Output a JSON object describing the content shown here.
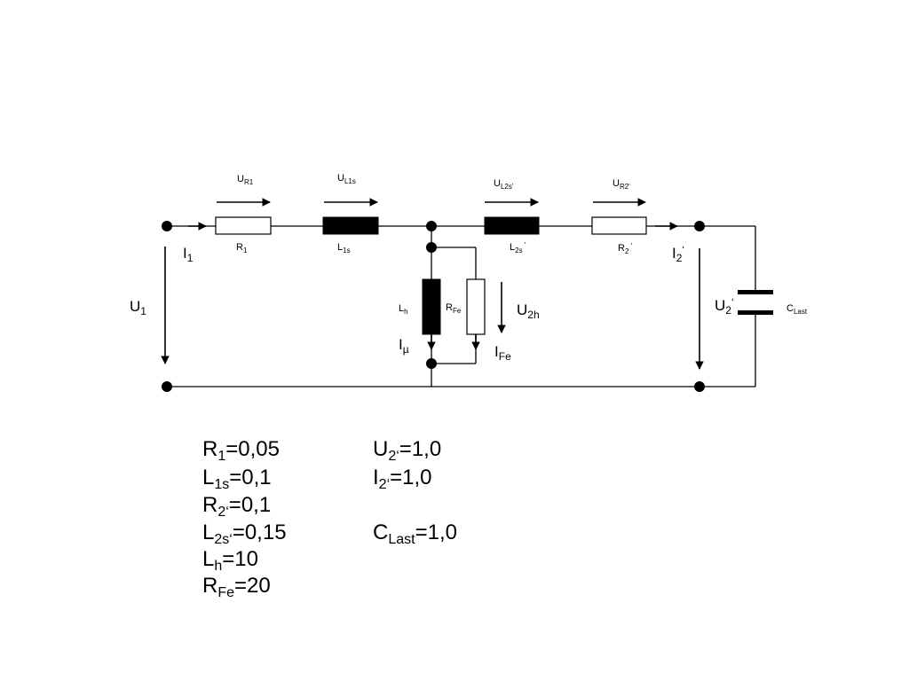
{
  "circuit": {
    "drops": {
      "ur1": {
        "main": "U",
        "sub": "R1"
      },
      "ul1s": {
        "main": "U",
        "sub": "L1s"
      },
      "ul2s": {
        "main": "U",
        "sub": "L2s'"
      },
      "ur2": {
        "main": "U",
        "sub": "R2'"
      }
    },
    "components": {
      "r1": {
        "main": "R",
        "sub": "1"
      },
      "l1s": {
        "main": "L",
        "sub": "1s"
      },
      "l2s": {
        "main": "L",
        "sub": "2s",
        "suffix": " '"
      },
      "r2": {
        "main": "R",
        "sub": "2",
        "suffix": " '"
      },
      "lh": {
        "main": "L",
        "sub": "h"
      },
      "rfe": {
        "main": "R",
        "sub": "Fe"
      },
      "clast": {
        "main": "C",
        "sub": "Last"
      }
    },
    "currents": {
      "i1": {
        "main": "I",
        "sub": "1"
      },
      "i2": {
        "main": "I",
        "sub": "2",
        "suffix": "‘"
      },
      "imu": {
        "main": "I",
        "sub": "µ"
      },
      "ife": {
        "main": "I",
        "sub": "Fe"
      }
    },
    "voltages": {
      "u1": {
        "main": "U",
        "sub": "1"
      },
      "u2h": {
        "main": "U",
        "sub": "2h"
      },
      "u2": {
        "main": "U",
        "sub": "2",
        "suffix": "‘"
      }
    }
  },
  "parameters": {
    "left": [
      {
        "main": "R",
        "sub": "1",
        "value": "=0,05"
      },
      {
        "main": "L",
        "sub": "1s",
        "value": "=0,1"
      },
      {
        "main": "R",
        "sub": "2‘",
        "value": "=0,1"
      },
      {
        "main": "L",
        "sub": "2s‘",
        "value": "=0,15"
      },
      {
        "main": "L",
        "sub": "h",
        "value": "=10"
      },
      {
        "main": "R",
        "sub": "Fe",
        "value": "=20"
      }
    ],
    "right": [
      {
        "main": "U",
        "sub": "2‘",
        "value": "=1,0"
      },
      {
        "main": "I",
        "sub": "2‘",
        "value": "=1,0"
      },
      {
        "main": "C",
        "sub": "Last",
        "value": "=1,0"
      }
    ]
  }
}
